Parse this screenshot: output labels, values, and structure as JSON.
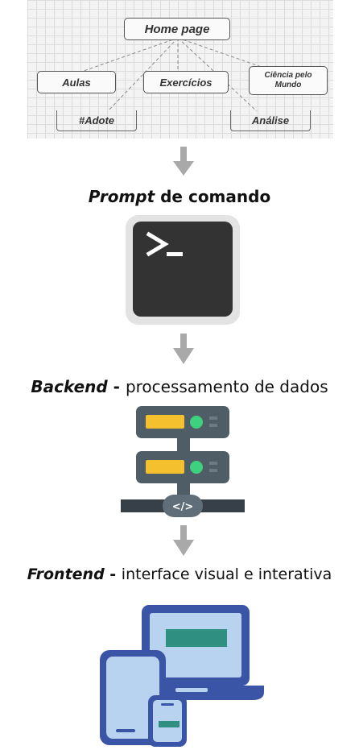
{
  "sitemap": {
    "home": "Home page",
    "nodes": {
      "aulas": "Aulas",
      "exercicios": "Exercícios",
      "ciencia": "Ciência pelo Mundo",
      "adote": "#Adote",
      "analise": "Análise"
    }
  },
  "steps": {
    "prompt": {
      "emphasis": "Prompt",
      "rest": " de comando"
    },
    "backend": {
      "emphasis": "Backend",
      "dash": " - ",
      "rest": "processamento de dados"
    },
    "frontend": {
      "emphasis": "Frontend",
      "dash": " - ",
      "rest": "interface visual e interativa"
    }
  },
  "icons": {
    "terminal": "terminal-icon",
    "server": "server-stack-icon",
    "devices": "responsive-devices-icon",
    "arrow": "down-arrow-icon",
    "code_tag": "</>"
  },
  "colors": {
    "arrow": "#a9a9a9",
    "terminal_bg": "#333333",
    "server_body": "#4f5d66",
    "server_led_yellow": "#f5c02e",
    "server_led_green": "#3fd07d",
    "device_blue": "#3b55a6",
    "device_fill": "#b8d3f0",
    "device_screen": "#2f8f80"
  }
}
